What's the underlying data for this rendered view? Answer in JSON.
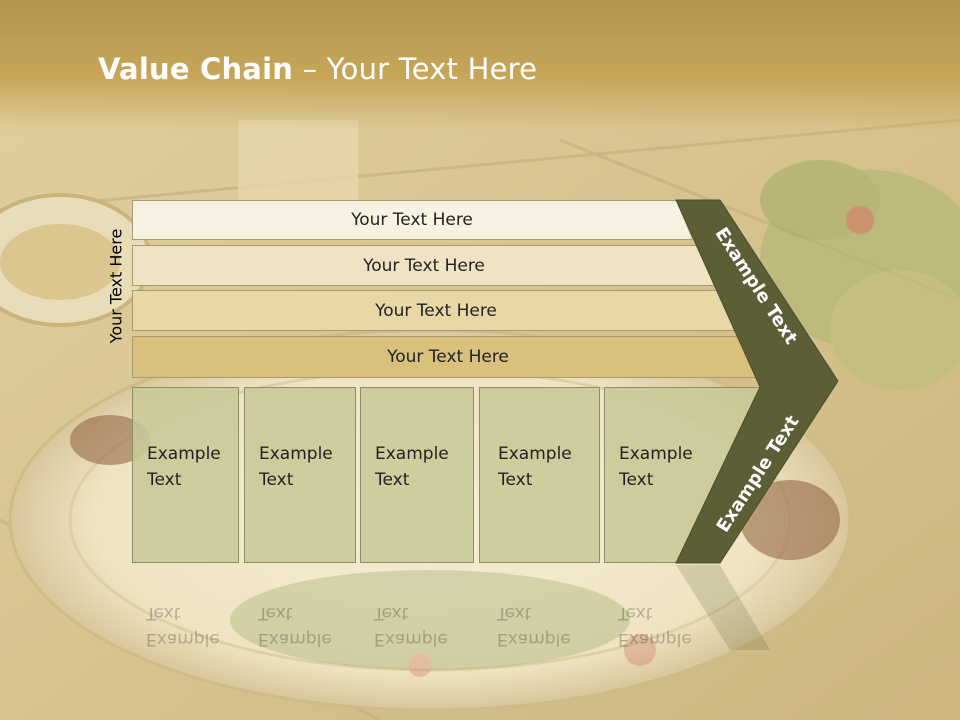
{
  "slide": {
    "title_bold": "Value Chain",
    "title_rest": " – Your Text Here",
    "side_label": "Your Text Here"
  },
  "support_rows": [
    {
      "label": "Your Text Here"
    },
    {
      "label": "Your Text Here"
    },
    {
      "label": "Your Text Here"
    },
    {
      "label": "Your Text Here"
    }
  ],
  "primary_blocks": [
    {
      "line1": "Example",
      "line2": "Text"
    },
    {
      "line1": "Example",
      "line2": "Text"
    },
    {
      "line1": "Example",
      "line2": "Text"
    },
    {
      "line1": "Example",
      "line2": "Text"
    },
    {
      "line1": "Example",
      "line2": "Text"
    }
  ],
  "chevron": {
    "upper_label": "Example Text",
    "lower_label": "Example Text"
  },
  "colors": {
    "header": "#b1954a",
    "chevron": "#5c5f35",
    "row1": "#f8f2e2",
    "row2": "#efe3c3",
    "row3": "#e8d8a8",
    "row4": "#d9c17c",
    "block": "#c9c99a"
  }
}
